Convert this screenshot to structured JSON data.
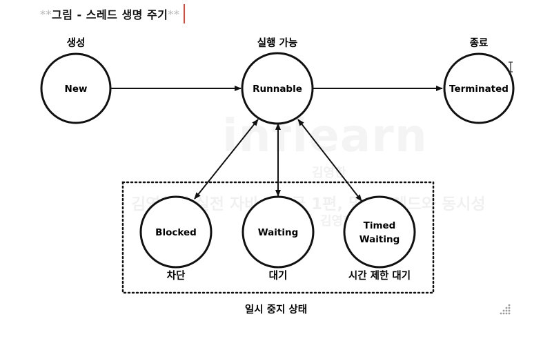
{
  "heading": {
    "md_prefix": "**",
    "text": "그림 - 스레드 생명 주기",
    "md_suffix": "**"
  },
  "watermark": {
    "logo": "inflearn",
    "author_top": "김영한",
    "course": "김영한의 실전 자바 - 고급 1편, 멀티스레드와 동시성",
    "author_bottom": "김영한"
  },
  "states": {
    "new": {
      "label": "New",
      "caption": "생성"
    },
    "runnable": {
      "label": "Runnable",
      "caption": "실행 가능"
    },
    "terminated": {
      "label": "Terminated",
      "caption": "종료"
    },
    "blocked": {
      "label": "Blocked",
      "caption": "차단"
    },
    "waiting": {
      "label": "Waiting",
      "caption": "대기"
    },
    "timed_waiting": {
      "label_line1": "Timed",
      "label_line2": "Waiting",
      "caption": "시간 제한 대기"
    }
  },
  "group": {
    "caption": "일시 중지 상태"
  },
  "colors": {
    "stroke": "#111111",
    "caret": "#e04a3a",
    "markdown_marker": "#b8b8b8"
  },
  "icons": {
    "resize": "resize-corner-icon",
    "cursor": "text-cursor-icon"
  }
}
